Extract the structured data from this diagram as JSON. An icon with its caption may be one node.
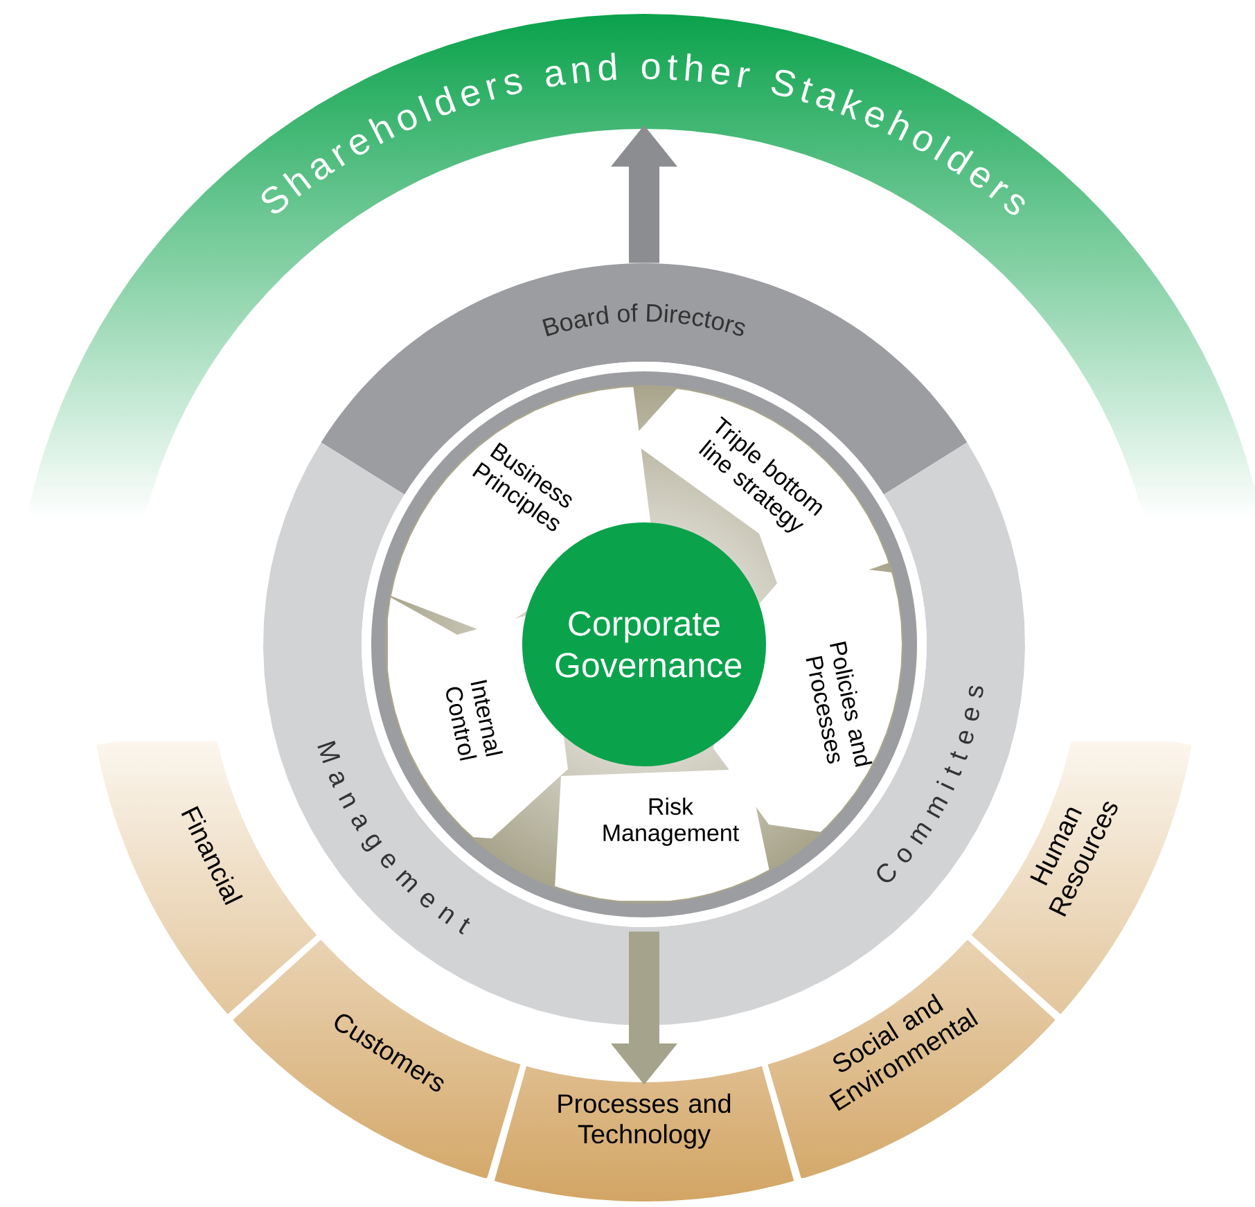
{
  "diagram": {
    "nodes": [
      {
        "text": [
          "Shareholders and other Stakeholders"
        ]
      },
      {
        "text": [
          "Board of Directors"
        ]
      },
      {
        "text": [
          "Management",
          "Committees"
        ]
      },
      {
        "text": [
          "Business Principles"
        ]
      },
      {
        "text": [
          "Triple bottom line strategy"
        ]
      },
      {
        "text": [
          "Policies and Processes"
        ]
      },
      {
        "text": [
          "Risk Management"
        ]
      },
      {
        "text": [
          "Internal Control"
        ]
      },
      {
        "text": [
          "Corporate Governance"
        ]
      },
      {
        "text": [
          "Financial"
        ]
      },
      {
        "text": [
          "Customers"
        ]
      },
      {
        "text": [
          "Processes and Technology"
        ]
      },
      {
        "text": [
          "Social and Environmental"
        ]
      },
      {
        "text": [
          "Human Resources"
        ]
      }
    ],
    "edges": [
      {
        "from": 1,
        "to": 0,
        "arrow": "to"
      },
      {
        "from": 2,
        "to": 11,
        "arrow": "to",
        "color": "#a5a38b"
      }
    ]
  }
}
